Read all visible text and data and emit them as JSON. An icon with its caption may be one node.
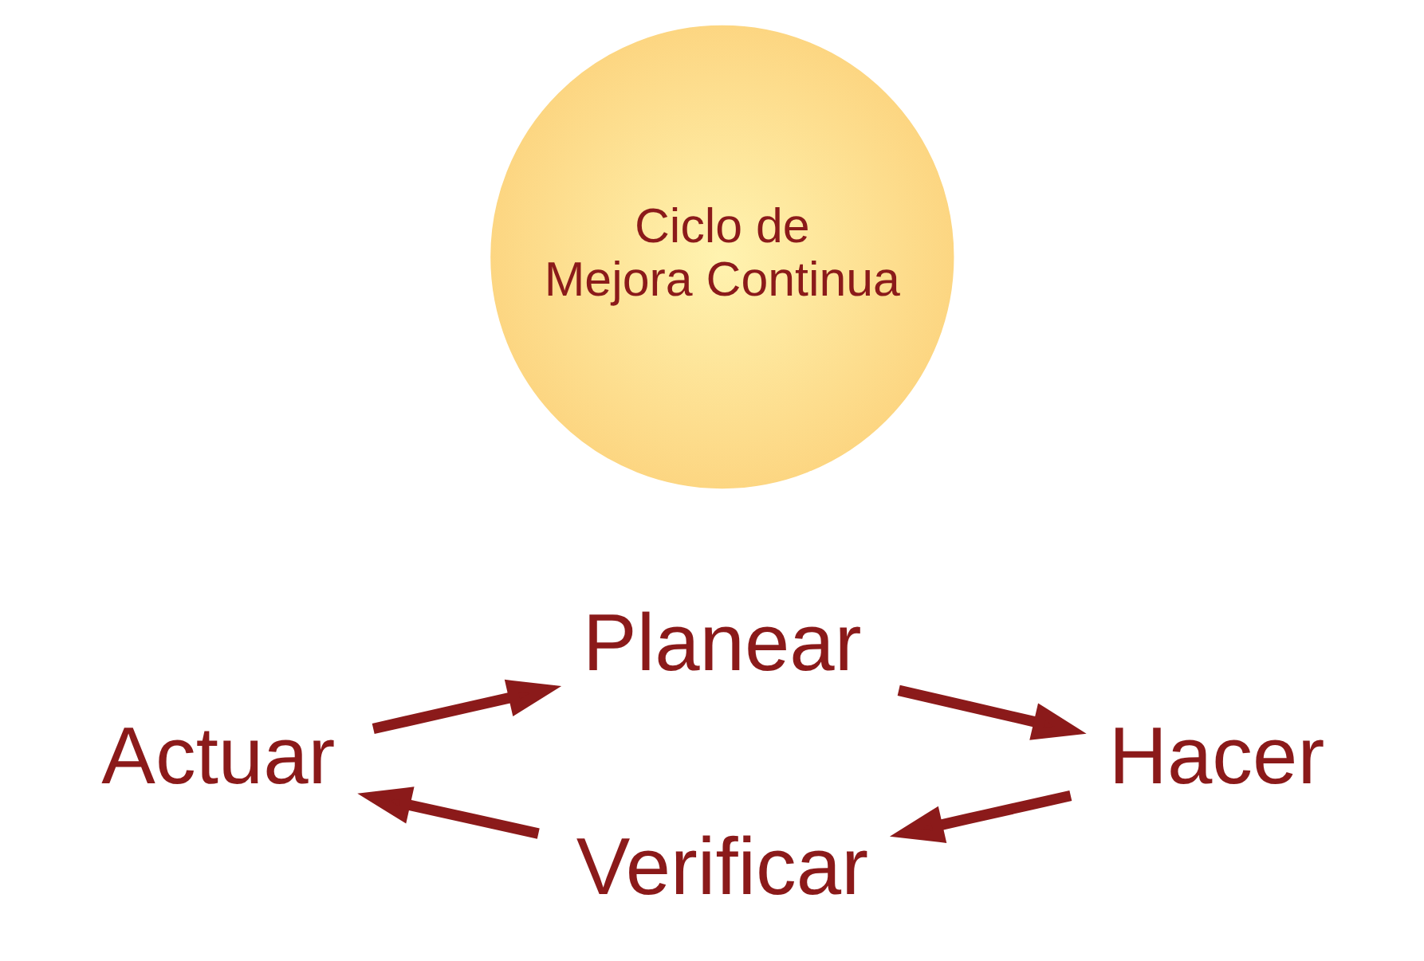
{
  "diagram": {
    "nodes": [
      {
        "text": [
          "Planear"
        ]
      },
      {
        "text": [
          "Hacer"
        ]
      },
      {
        "text": [
          "Verificar"
        ]
      },
      {
        "text": [
          "Actuar"
        ]
      },
      {
        "text": [
          "Ciclo de Mejora Continua"
        ]
      }
    ],
    "edges": [
      {
        "from": 0,
        "to": 1,
        "arrow": "to"
      },
      {
        "from": 1,
        "to": 2,
        "arrow": "to"
      },
      {
        "from": 2,
        "to": 3,
        "arrow": "to"
      },
      {
        "from": 3,
        "to": 0,
        "arrow": "to"
      }
    ]
  }
}
